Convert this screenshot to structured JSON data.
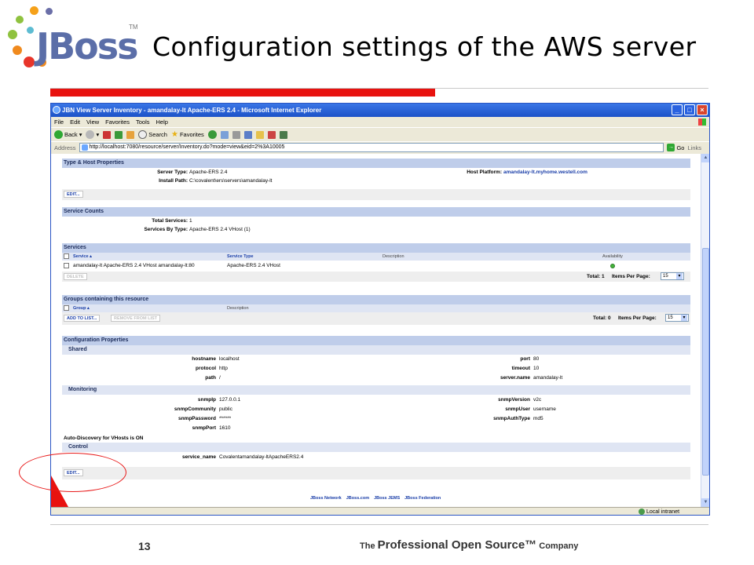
{
  "slide": {
    "title": "Configuration settings of the AWS server",
    "logo_text": "JBoss",
    "logo_tm": "TM",
    "page_number": "13",
    "tagline_the": "The",
    "tagline_main": "Professional Open Source™",
    "tagline_company": "Company",
    "accent_color": "#e8120f"
  },
  "browser": {
    "window_title": "JBN View Server Inventory - amandalay-lt Apache-ERS 2.4 - Microsoft Internet Explorer",
    "menu": [
      "File",
      "Edit",
      "View",
      "Favorites",
      "Tools",
      "Help"
    ],
    "toolbar": {
      "back": "Back",
      "search": "Search",
      "favorites": "Favorites"
    },
    "address_label": "Address",
    "address_value": "http://localhost:7080/resource/server/Inventory.do?mode=view&eid=2%3A10005",
    "go": "Go",
    "links": "Links",
    "status_zone": "Local intranet"
  },
  "page": {
    "type_host": {
      "title": "Type & Host Properties",
      "server_type_label": "Server Type:",
      "server_type": "Apache-ERS 2.4",
      "install_path_label": "Install Path:",
      "install_path": "C:\\covalent\\ers\\servers\\amandalay-lt",
      "host_platform_label": "Host Platform:",
      "host_platform": "amandalay-lt.myhome.westell.com",
      "edit": "EDIT..."
    },
    "service_counts": {
      "title": "Service Counts",
      "total_label": "Total Services:",
      "total": "1",
      "by_type_label": "Services By Type:",
      "by_type": "Apache-ERS 2.4 VHost (1)"
    },
    "services": {
      "title": "Services",
      "col_service": "Service ▴",
      "col_type": "Service Type",
      "col_desc": "Description",
      "col_avail": "Availability",
      "rows": [
        {
          "service": "amandalay-lt Apache-ERS 2.4 VHost amandalay-lt:80",
          "type": "Apache-ERS 2.4 VHost"
        }
      ],
      "delete": "DELETE",
      "total": "Total: 1",
      "ipp_label": "Items Per Page:",
      "ipp": "15"
    },
    "groups": {
      "title": "Groups containing this resource",
      "col_group": "Group ▴",
      "col_desc": "Description",
      "add": "ADD TO LIST...",
      "remove": "REMOVE FROM LIST",
      "total": "Total: 0",
      "ipp_label": "Items Per Page:",
      "ipp": "15"
    },
    "config": {
      "title": "Configuration Properties",
      "shared_title": "Shared",
      "shared": [
        {
          "k": "hostname",
          "v": "localhost",
          "k2": "port",
          "v2": "80"
        },
        {
          "k": "protocol",
          "v": "http",
          "k2": "timeout",
          "v2": "10"
        },
        {
          "k": "path",
          "v": "/",
          "k2": "server.name",
          "v2": "amandalay-lt"
        }
      ],
      "monitoring_title": "Monitoring",
      "monitoring": [
        {
          "k": "snmpIp",
          "v": "127.0.0.1",
          "k2": "snmpVersion",
          "v2": "v2c"
        },
        {
          "k": "snmpCommunity",
          "v": "public",
          "k2": "snmpUser",
          "v2": "username"
        },
        {
          "k": "snmpPassword",
          "v": "******",
          "k2": "snmpAuthType",
          "v2": "md5"
        },
        {
          "k": "snmpPort",
          "v": "1610",
          "k2": "",
          "v2": ""
        }
      ],
      "autodiscovery": "Auto-Discovery for VHosts is ON",
      "control_title": "Control",
      "service_name_label": "service_name",
      "service_name": "Covalentamandalay-ltApacheERS2.4",
      "edit": "EDIT..."
    },
    "footer_links": [
      "JBoss Network",
      "JBoss.com",
      "JBoss JEMS",
      "JBoss Federation"
    ]
  }
}
